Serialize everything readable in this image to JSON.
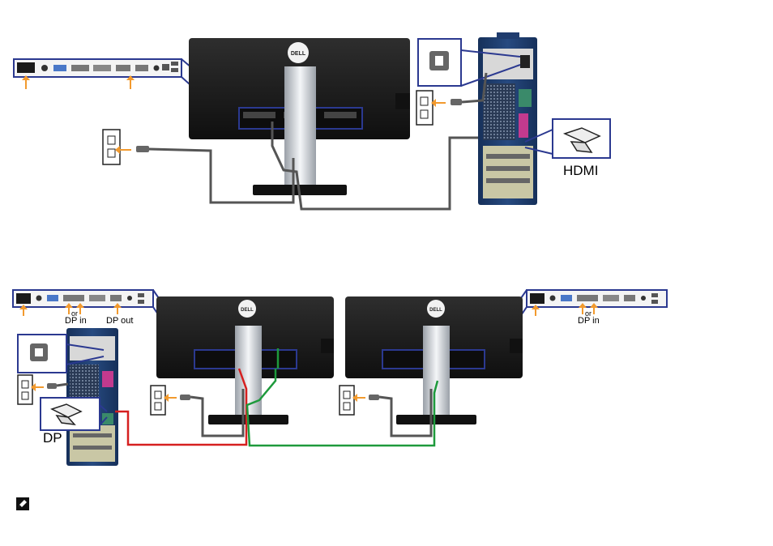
{
  "diagram": {
    "top": {
      "connector_label": "HDMI"
    },
    "bottom": {
      "connector_label": "DP",
      "left_monitor_ports": {
        "or_text": "or",
        "in_label": "DP in",
        "out_label": "DP out"
      },
      "right_monitor_ports": {
        "or_text": "or",
        "in_label": "DP in"
      }
    },
    "brand_logo": "DELL",
    "colors": {
      "arrow": "#f29a2e",
      "callout_line": "#2b3990",
      "power_cable": "#555555",
      "dp_cable_in": "#d62020",
      "dp_cable_chain": "#1e9a3c",
      "pc_body": "#1f3c6e",
      "monitor_body": "#1c1c1c"
    }
  },
  "note": {
    "icon": "pencil-note-icon"
  }
}
